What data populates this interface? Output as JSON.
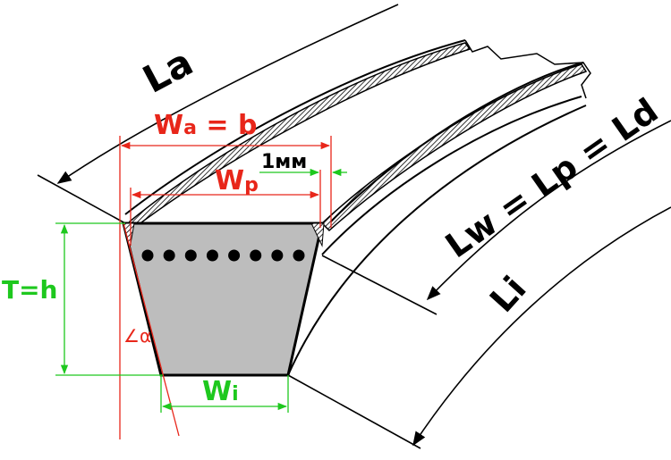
{
  "labels": {
    "la": "La",
    "wa_main": "W",
    "wa_sub": "a",
    "wa_rest": " = b",
    "one_mm": "1мм",
    "wp_main": "W",
    "wp_sub": "p",
    "t_h": "T=h",
    "alpha": "α",
    "wi_main": "W",
    "wi_sub": "i",
    "lw_lp_ld": "Lw = Lp = Ld",
    "li": "Li"
  },
  "colors": {
    "red": "#e8261a",
    "green": "#1ec81e",
    "black": "#000000",
    "belt_fill": "#bdbdbd"
  },
  "cord_count": 8
}
